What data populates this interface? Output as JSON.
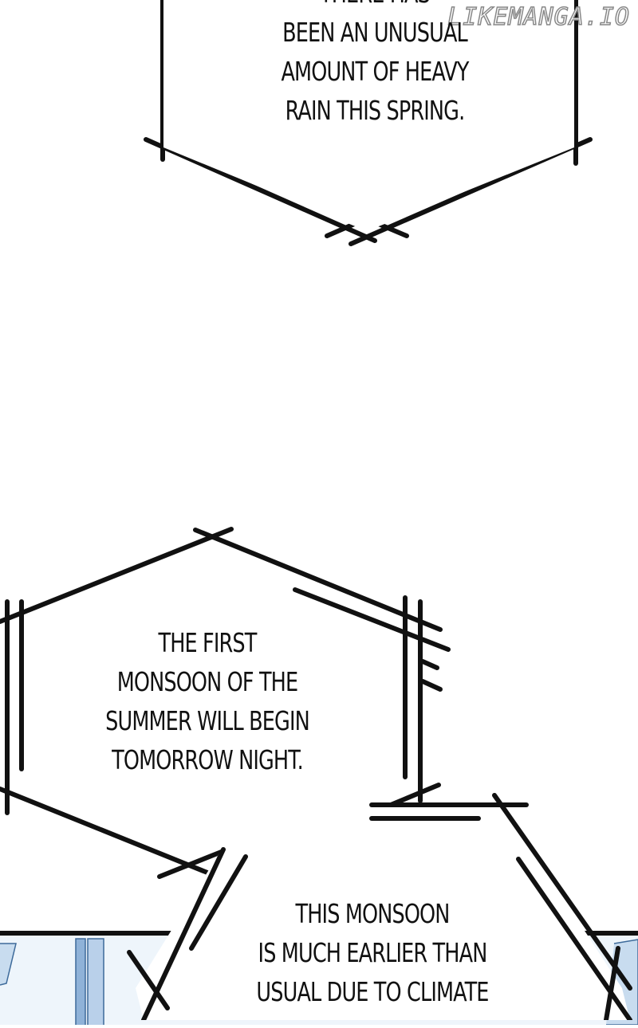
{
  "watermark": "LIKEMANGA.IO",
  "bubbles": [
    {
      "lines": [
        "THERE HAS",
        "BEEN AN UNUSUAL",
        "AMOUNT OF HEAVY",
        "RAIN THIS SPRING."
      ]
    },
    {
      "lines": [
        "THE FIRST",
        "MONSOON OF THE",
        "SUMMER WILL BEGIN",
        "TOMORROW NIGHT."
      ]
    },
    {
      "lines": [
        "THIS MONSOON",
        "IS MUCH EARLIER THAN",
        "USUAL DUE TO CLIMATE"
      ]
    }
  ],
  "colors": {
    "ink": "#111111",
    "panel_bg": "#eef5fb",
    "panel_accent": "#7fa6cf"
  }
}
